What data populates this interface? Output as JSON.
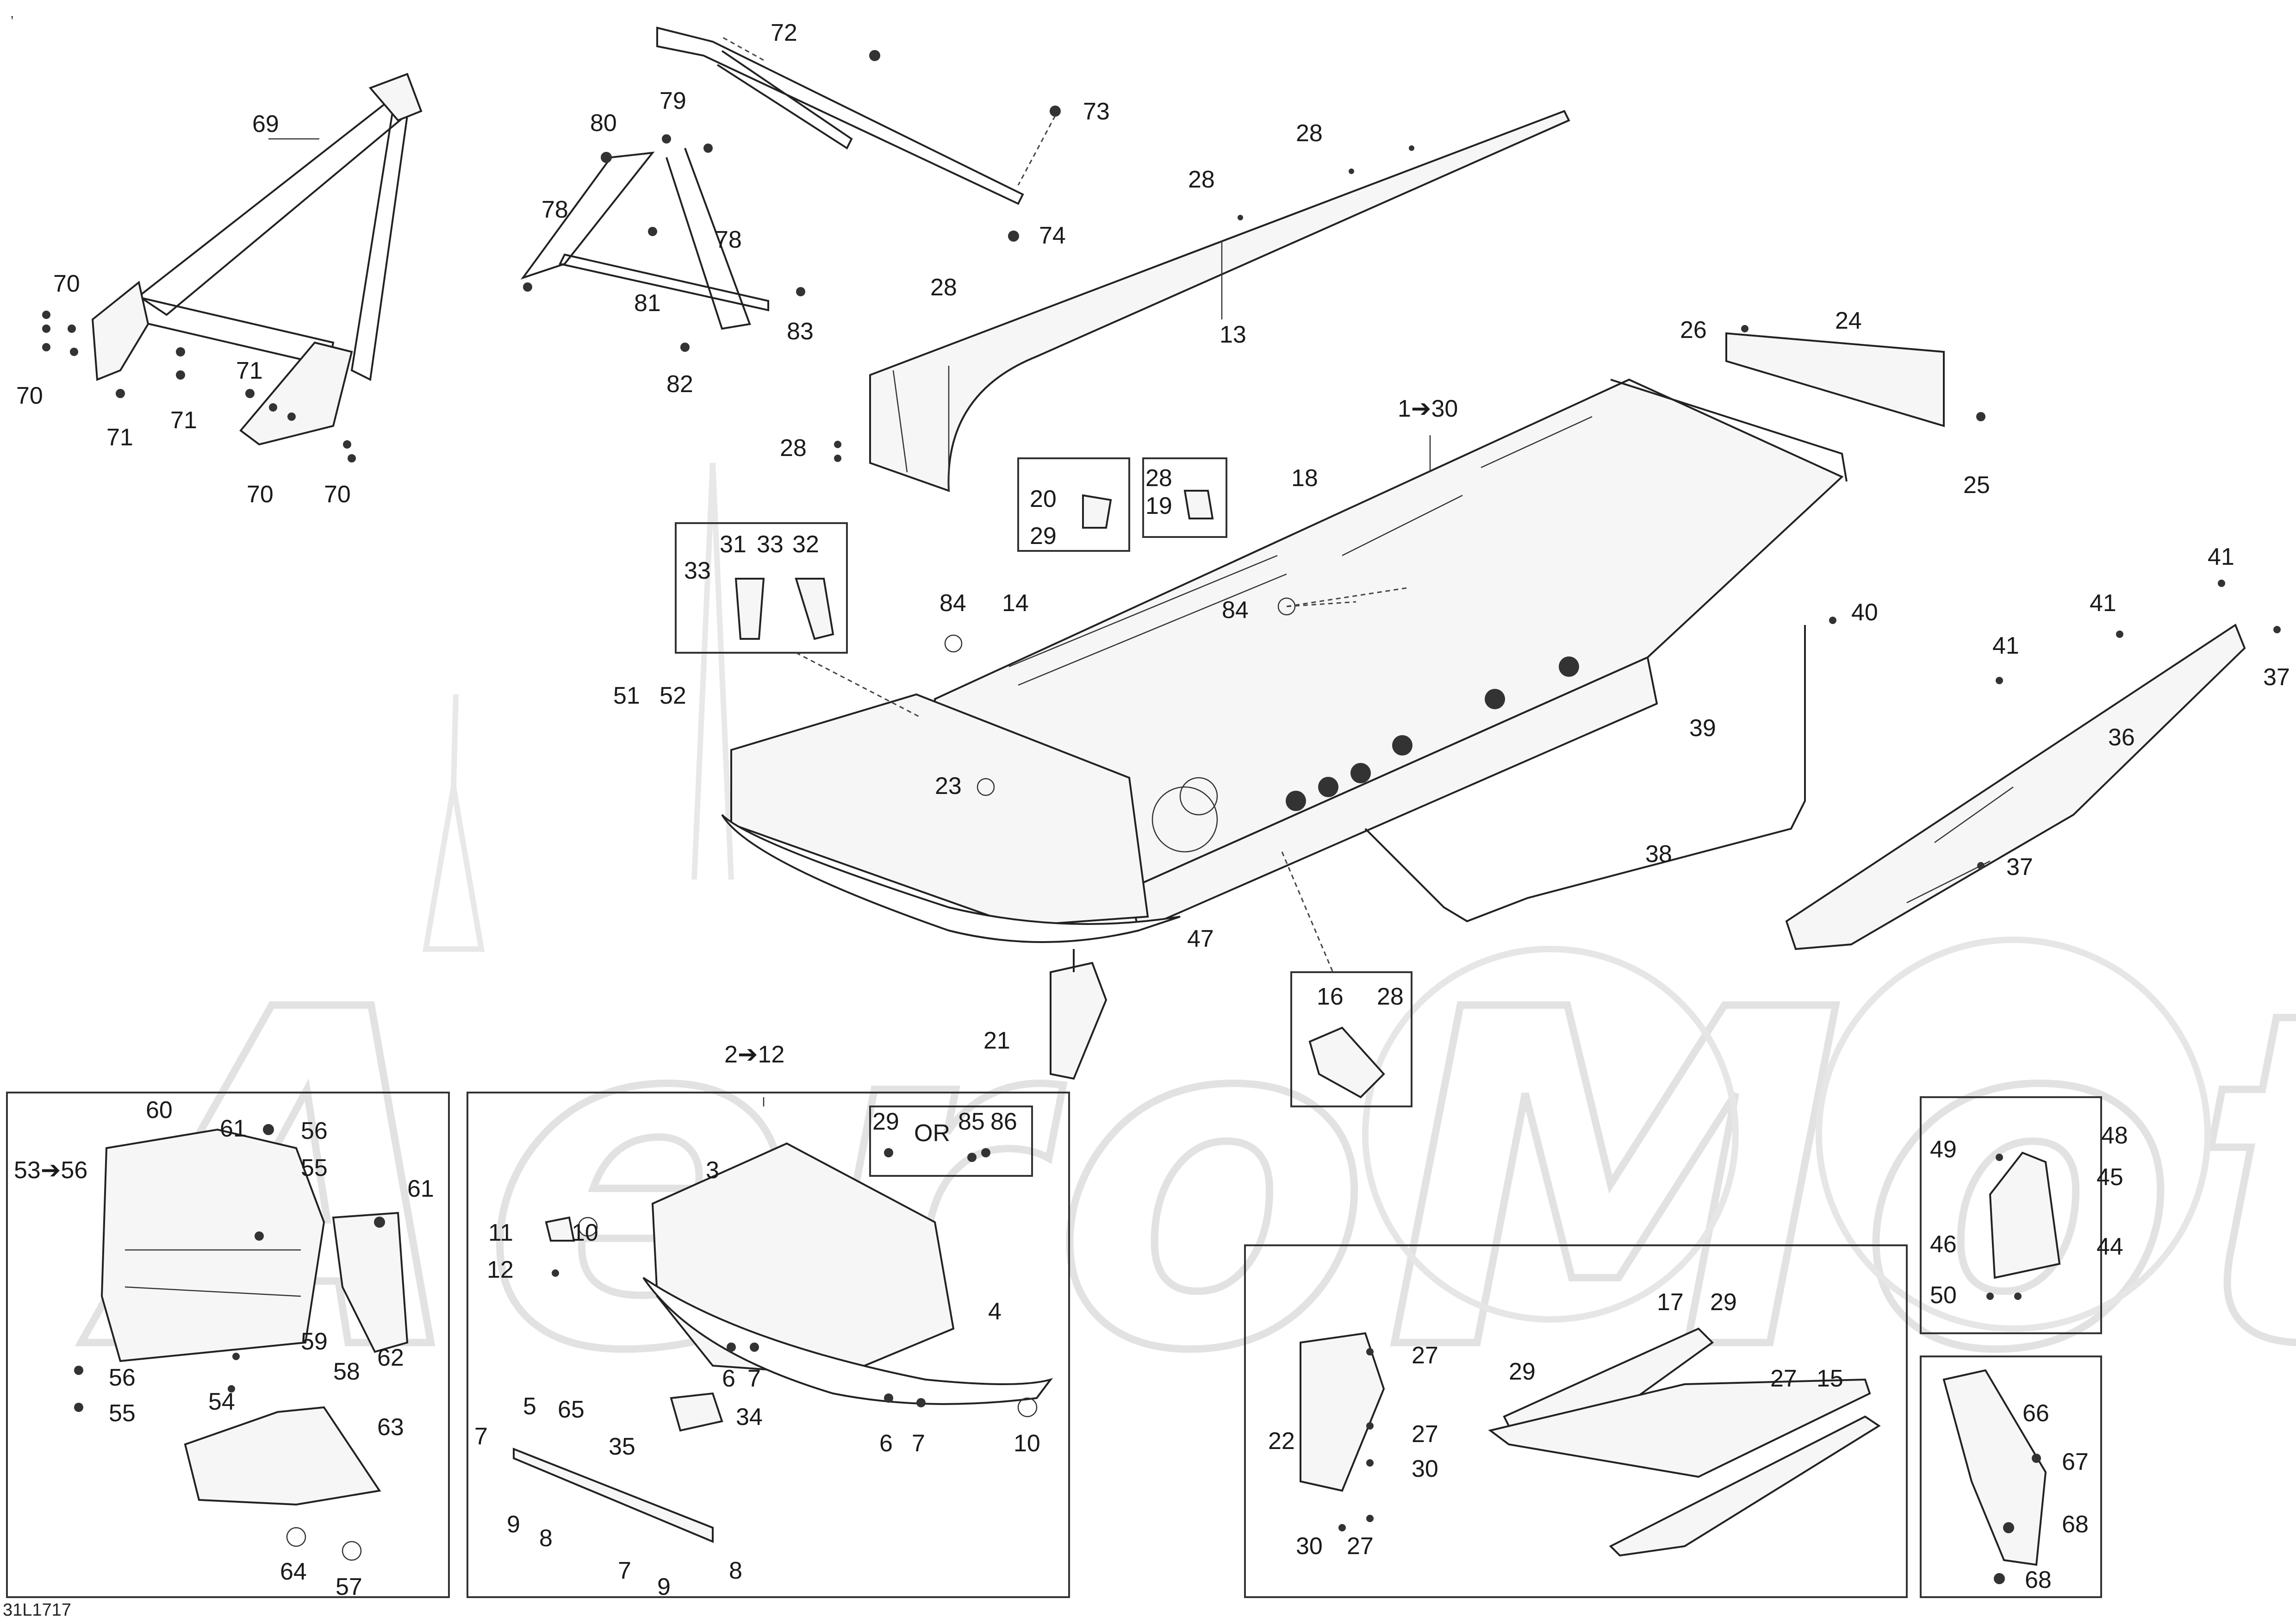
{
  "diagram_id": "31L1717",
  "corner_mark": ",",
  "watermark": "AeroMoto",
  "callouts": {
    "c69": "69",
    "c72": "72",
    "c73": "73",
    "c74": "74",
    "c79": "79",
    "c80": "80",
    "c78a": "78",
    "c78b": "78",
    "c81": "81",
    "c82": "82",
    "c83": "83",
    "c70a": "70",
    "c70b": "70",
    "c70c": "70",
    "c70d": "70",
    "c71a": "71",
    "c71b": "71",
    "c71c": "71",
    "c28a": "28",
    "c28b": "28",
    "c28c": "28",
    "c28d": "28",
    "c28e": "28",
    "c28f": "28",
    "c13": "13",
    "c24": "24",
    "c25": "25",
    "c26": "26",
    "c1_30": "1➔30",
    "c18": "18",
    "c20": "20",
    "c29a": "29",
    "c19": "19",
    "c31": "31",
    "c33a": "33",
    "c33b": "33",
    "c32": "32",
    "c84a": "84",
    "c84b": "84",
    "c14": "14",
    "c51": "51",
    "c52": "52",
    "c23": "23",
    "c40": "40",
    "c41a": "41",
    "c41b": "41",
    "c41c": "41",
    "c37a": "37",
    "c37b": "37",
    "c36": "36",
    "c39": "39",
    "c38": "38",
    "c47": "47",
    "c21": "21",
    "c16": "16",
    "c2_12": "2➔12",
    "c29b": "29",
    "c_or": "OR",
    "c85": "85",
    "c86": "86",
    "c3": "3",
    "c10a": "10",
    "c11": "11",
    "c12": "12",
    "c4": "4",
    "c6a": "6",
    "c7a": "7",
    "c6b": "6",
    "c7b": "7",
    "c10b": "10",
    "c5": "5",
    "c65": "65",
    "c34": "34",
    "c35": "35",
    "c7c": "7",
    "c9a": "9",
    "c8a": "8",
    "c7d": "7",
    "c9b": "9",
    "c8b": "8",
    "c60": "60",
    "c61a": "61",
    "c56a": "56",
    "c55a": "55",
    "c53_56": "53➔56",
    "c61b": "61",
    "c59": "59",
    "c58": "58",
    "c62": "62",
    "c56b": "56",
    "c55b": "55",
    "c54": "54",
    "c63": "63",
    "c64": "64",
    "c57": "57",
    "c17": "17",
    "c29c": "29",
    "c29d": "29",
    "c27a": "27",
    "c15": "15",
    "c27b": "27",
    "c27c": "27",
    "c22": "22",
    "c30a": "30",
    "c30b": "30",
    "c27d": "27",
    "c48": "48",
    "c49": "49",
    "c45": "45",
    "c46": "46",
    "c44": "44",
    "c50": "50",
    "c66": "66",
    "c67": "67",
    "c68a": "68",
    "c68b": "68"
  }
}
